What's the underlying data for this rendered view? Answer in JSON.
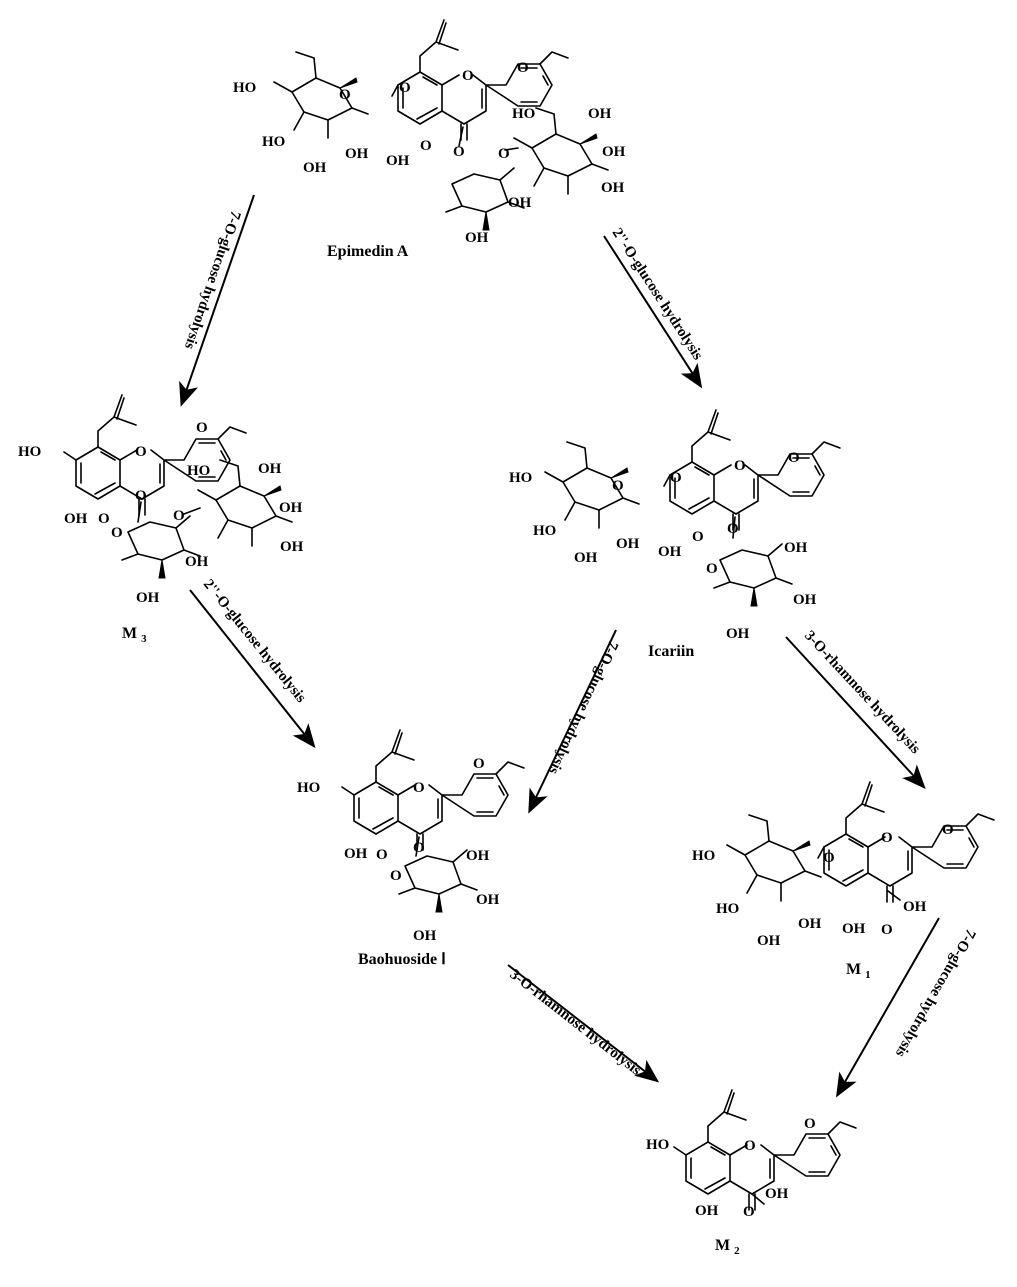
{
  "compounds": {
    "epimedin_a": "Epimedin A",
    "icariin": "Icariin",
    "m3": "M",
    "m3_sub": "3",
    "baohuoside": "Baohuoside Ⅰ",
    "m1": "M",
    "m1_sub": "1",
    "m2": "M",
    "m2_sub": "2"
  },
  "reactions": {
    "r_epi_m3": "7-O-glucose hydrolysis",
    "r_epi_icariin": "2''-O-glucose hydrolysis",
    "r_m3_bao": "2''-O-glucose hydrolysis",
    "r_icariin_bao": "7-O-glucose hydrolysis",
    "r_icariin_m1": "3-O-rhamnose hydrolysis",
    "r_bao_m2": "3-O-rhamnose hydrolysis",
    "r_m1_m2": "7-O-glucose hydrolysis"
  },
  "atoms": {
    "O": "O",
    "OH": "OH",
    "HO": "HO"
  }
}
